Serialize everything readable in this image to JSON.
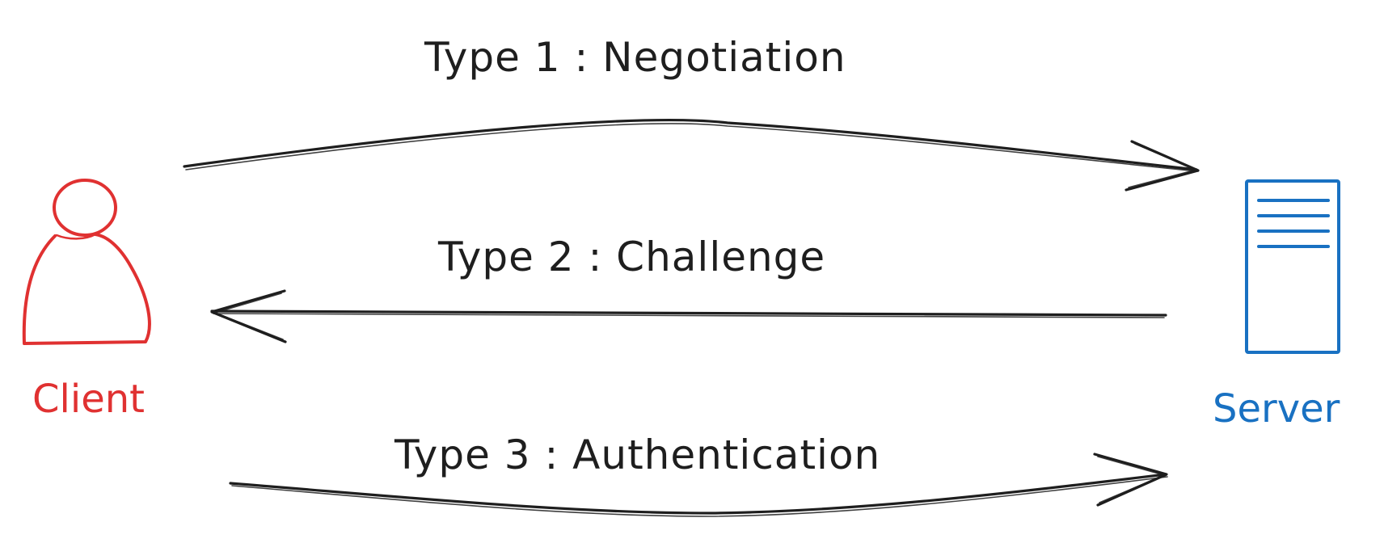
{
  "diagram": {
    "client": {
      "label": "Client",
      "color": "#e03131",
      "icon": "person-icon"
    },
    "server": {
      "label": "Server",
      "color": "#1971c2",
      "icon": "server-icon"
    },
    "messages": [
      {
        "label": "Type 1 : Negotiation",
        "direction": "client-to-server"
      },
      {
        "label": "Type 2 : Challenge",
        "direction": "server-to-client"
      },
      {
        "label": "Type 3 : Authentication",
        "direction": "client-to-server"
      }
    ],
    "line_color": "#1e1e1e"
  }
}
